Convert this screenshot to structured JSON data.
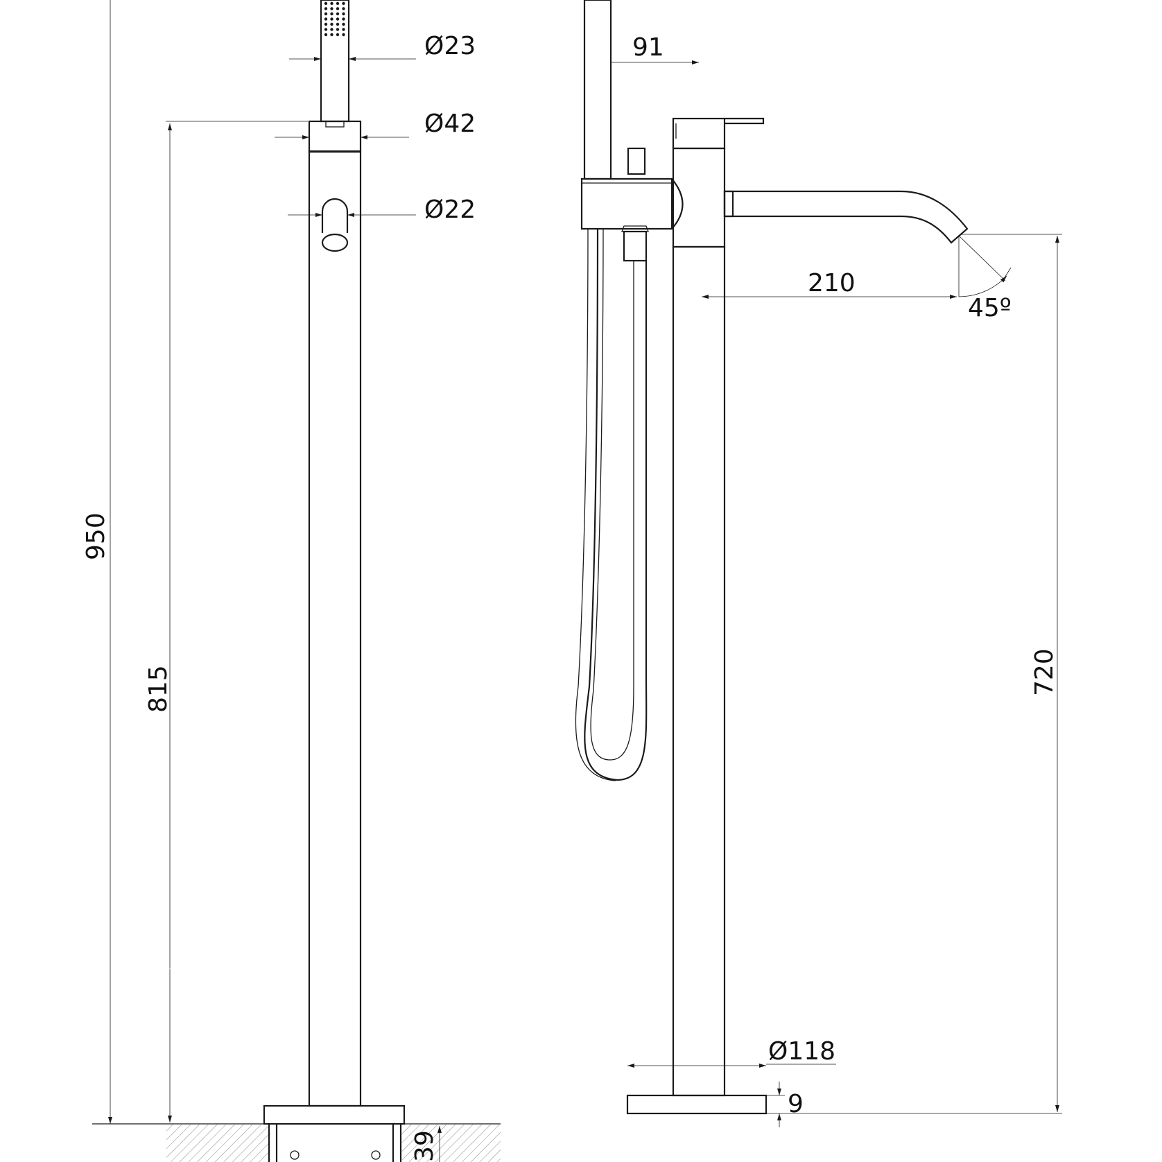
{
  "dimensions": {
    "handshower_dia": "Ø23",
    "collar_dia": "Ø42",
    "spout_outlet_dia": "Ø22",
    "total_height": "950",
    "column_height": "815",
    "reach_91": "91",
    "spout_reach": "210",
    "spout_angle": "45º",
    "spout_height": "720",
    "base_dia": "Ø118",
    "base_thickness": "9",
    "embed_depth": "39"
  },
  "colors": {
    "line": "#1a1a1a",
    "background": "#ffffff",
    "hatch": "#888888"
  }
}
